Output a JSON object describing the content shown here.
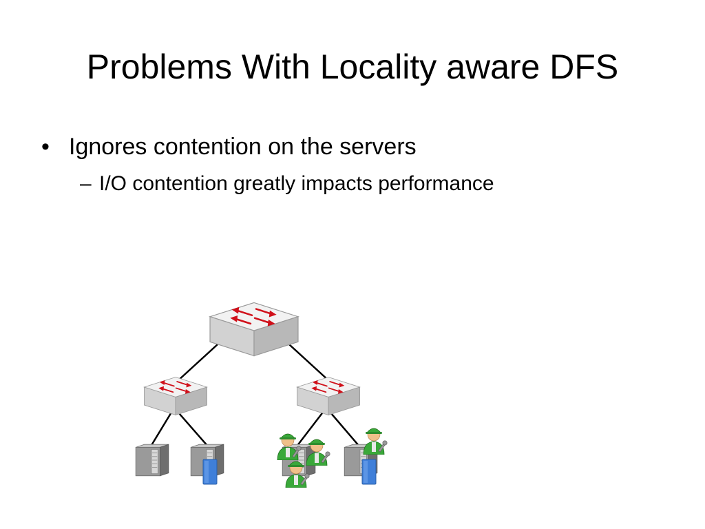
{
  "slide": {
    "title": "Problems With Locality aware DFS",
    "bullets": [
      {
        "text": "Ignores contention on the servers",
        "sub": [
          "I/O contention greatly impacts performance"
        ]
      }
    ]
  },
  "diagram": {
    "nodes": [
      {
        "id": "core-switch",
        "type": "switch"
      },
      {
        "id": "left-switch",
        "type": "switch"
      },
      {
        "id": "right-switch",
        "type": "switch"
      },
      {
        "id": "server-1",
        "type": "server",
        "parent": "left-switch",
        "has_data_block": false,
        "workers": 0
      },
      {
        "id": "server-2",
        "type": "server",
        "parent": "left-switch",
        "has_data_block": true,
        "workers": 0
      },
      {
        "id": "server-3",
        "type": "server",
        "parent": "right-switch",
        "has_data_block": false,
        "workers": 3
      },
      {
        "id": "server-4",
        "type": "server",
        "parent": "right-switch",
        "has_data_block": true,
        "workers": 1
      }
    ],
    "icons": {
      "switch": "network-switch-icon",
      "server": "server-tower-icon",
      "data_block": "data-block-icon",
      "worker": "worker-with-wrench-icon"
    },
    "colors": {
      "switch_body": "#e6e6e6",
      "switch_arrows": "#d0101a",
      "server_body": "#8a8a8a",
      "data_block": "#3f7fd9",
      "worker_shirt": "#3aa83a",
      "link": "#000000"
    }
  }
}
